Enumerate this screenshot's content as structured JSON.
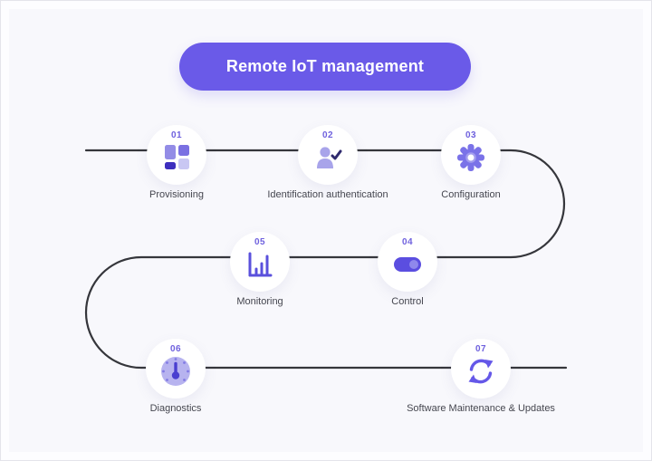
{
  "title": "Remote IoT management",
  "colors": {
    "accent": "#6a5ae8",
    "background": "#f8f8fc",
    "line": "#35363b",
    "step_number": "#6f61de",
    "label_text": "#45464f",
    "icon_light": "#a8a4ea",
    "icon_medium": "#7a72e8",
    "icon_dark": "#3d2ebe"
  },
  "steps": [
    {
      "number": "01",
      "label": "Provisioning",
      "icon": "grid-icon"
    },
    {
      "number": "02",
      "label": "Identification authentication",
      "icon": "user-check-icon"
    },
    {
      "number": "03",
      "label": "Configuration",
      "icon": "gear-icon"
    },
    {
      "number": "04",
      "label": "Control",
      "icon": "toggle-icon"
    },
    {
      "number": "05",
      "label": "Monitoring",
      "icon": "bar-chart-icon"
    },
    {
      "number": "06",
      "label": "Diagnostics",
      "icon": "gauge-icon"
    },
    {
      "number": "07",
      "label": "Software Maintenance & Updates",
      "icon": "sync-icon"
    }
  ]
}
